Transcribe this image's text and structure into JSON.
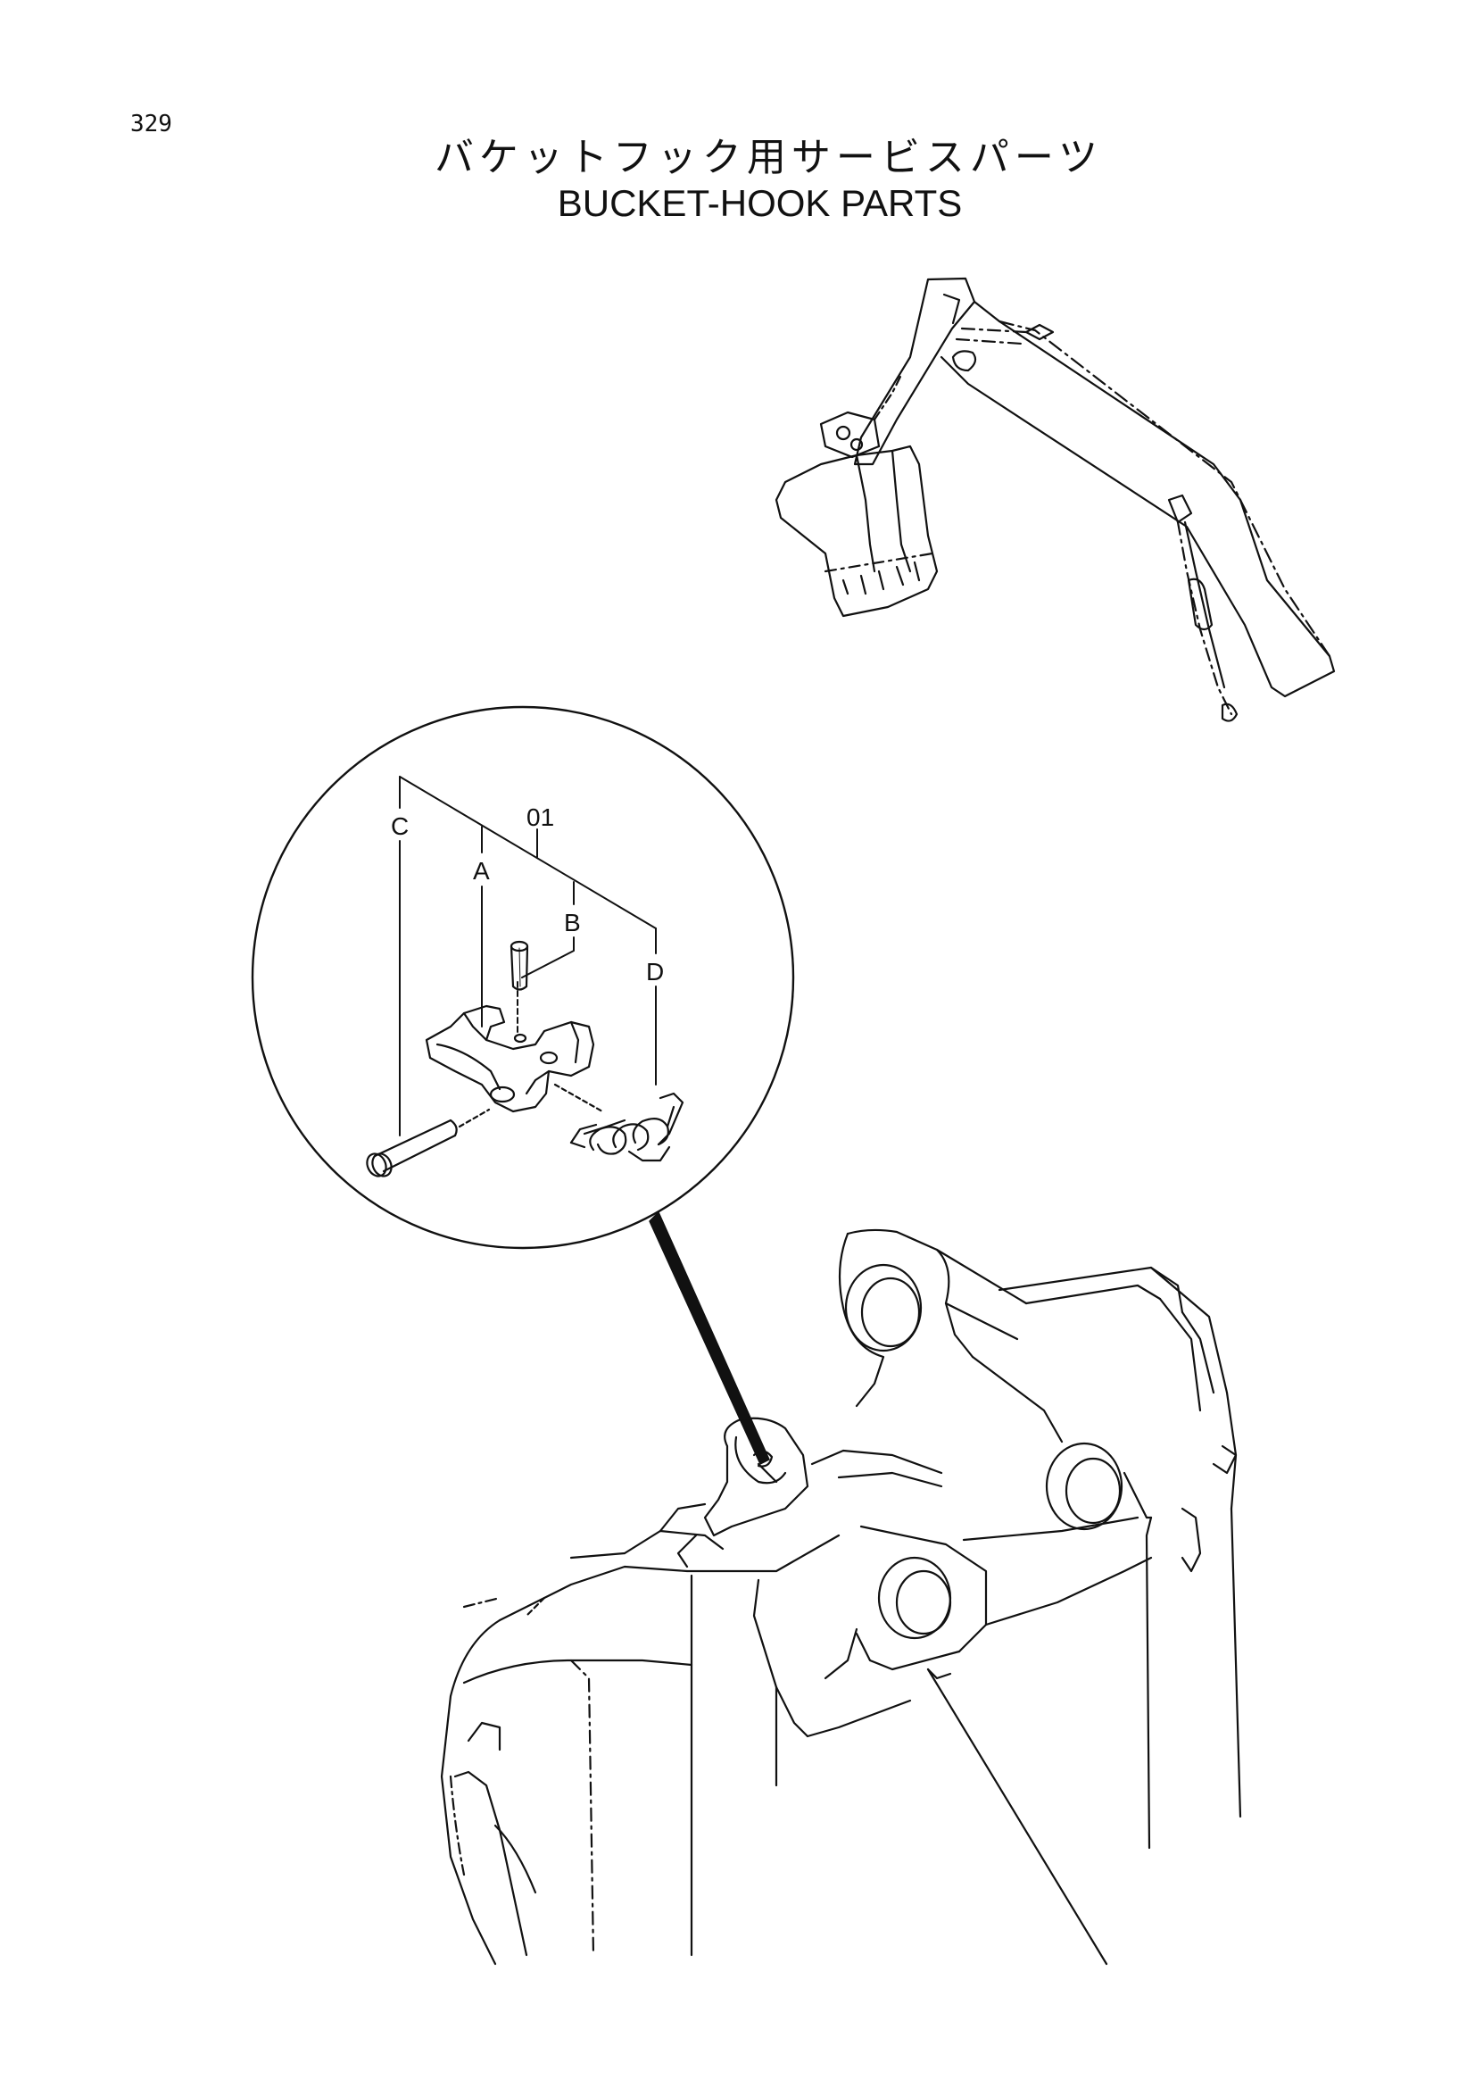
{
  "page_number": "329",
  "title_jp": "バケットフック用サービスパーツ",
  "title_en": "BUCKET-HOOK PARTS",
  "callouts": {
    "assembly": "01",
    "a": "A",
    "b": "B",
    "c": "C",
    "d": "D"
  }
}
